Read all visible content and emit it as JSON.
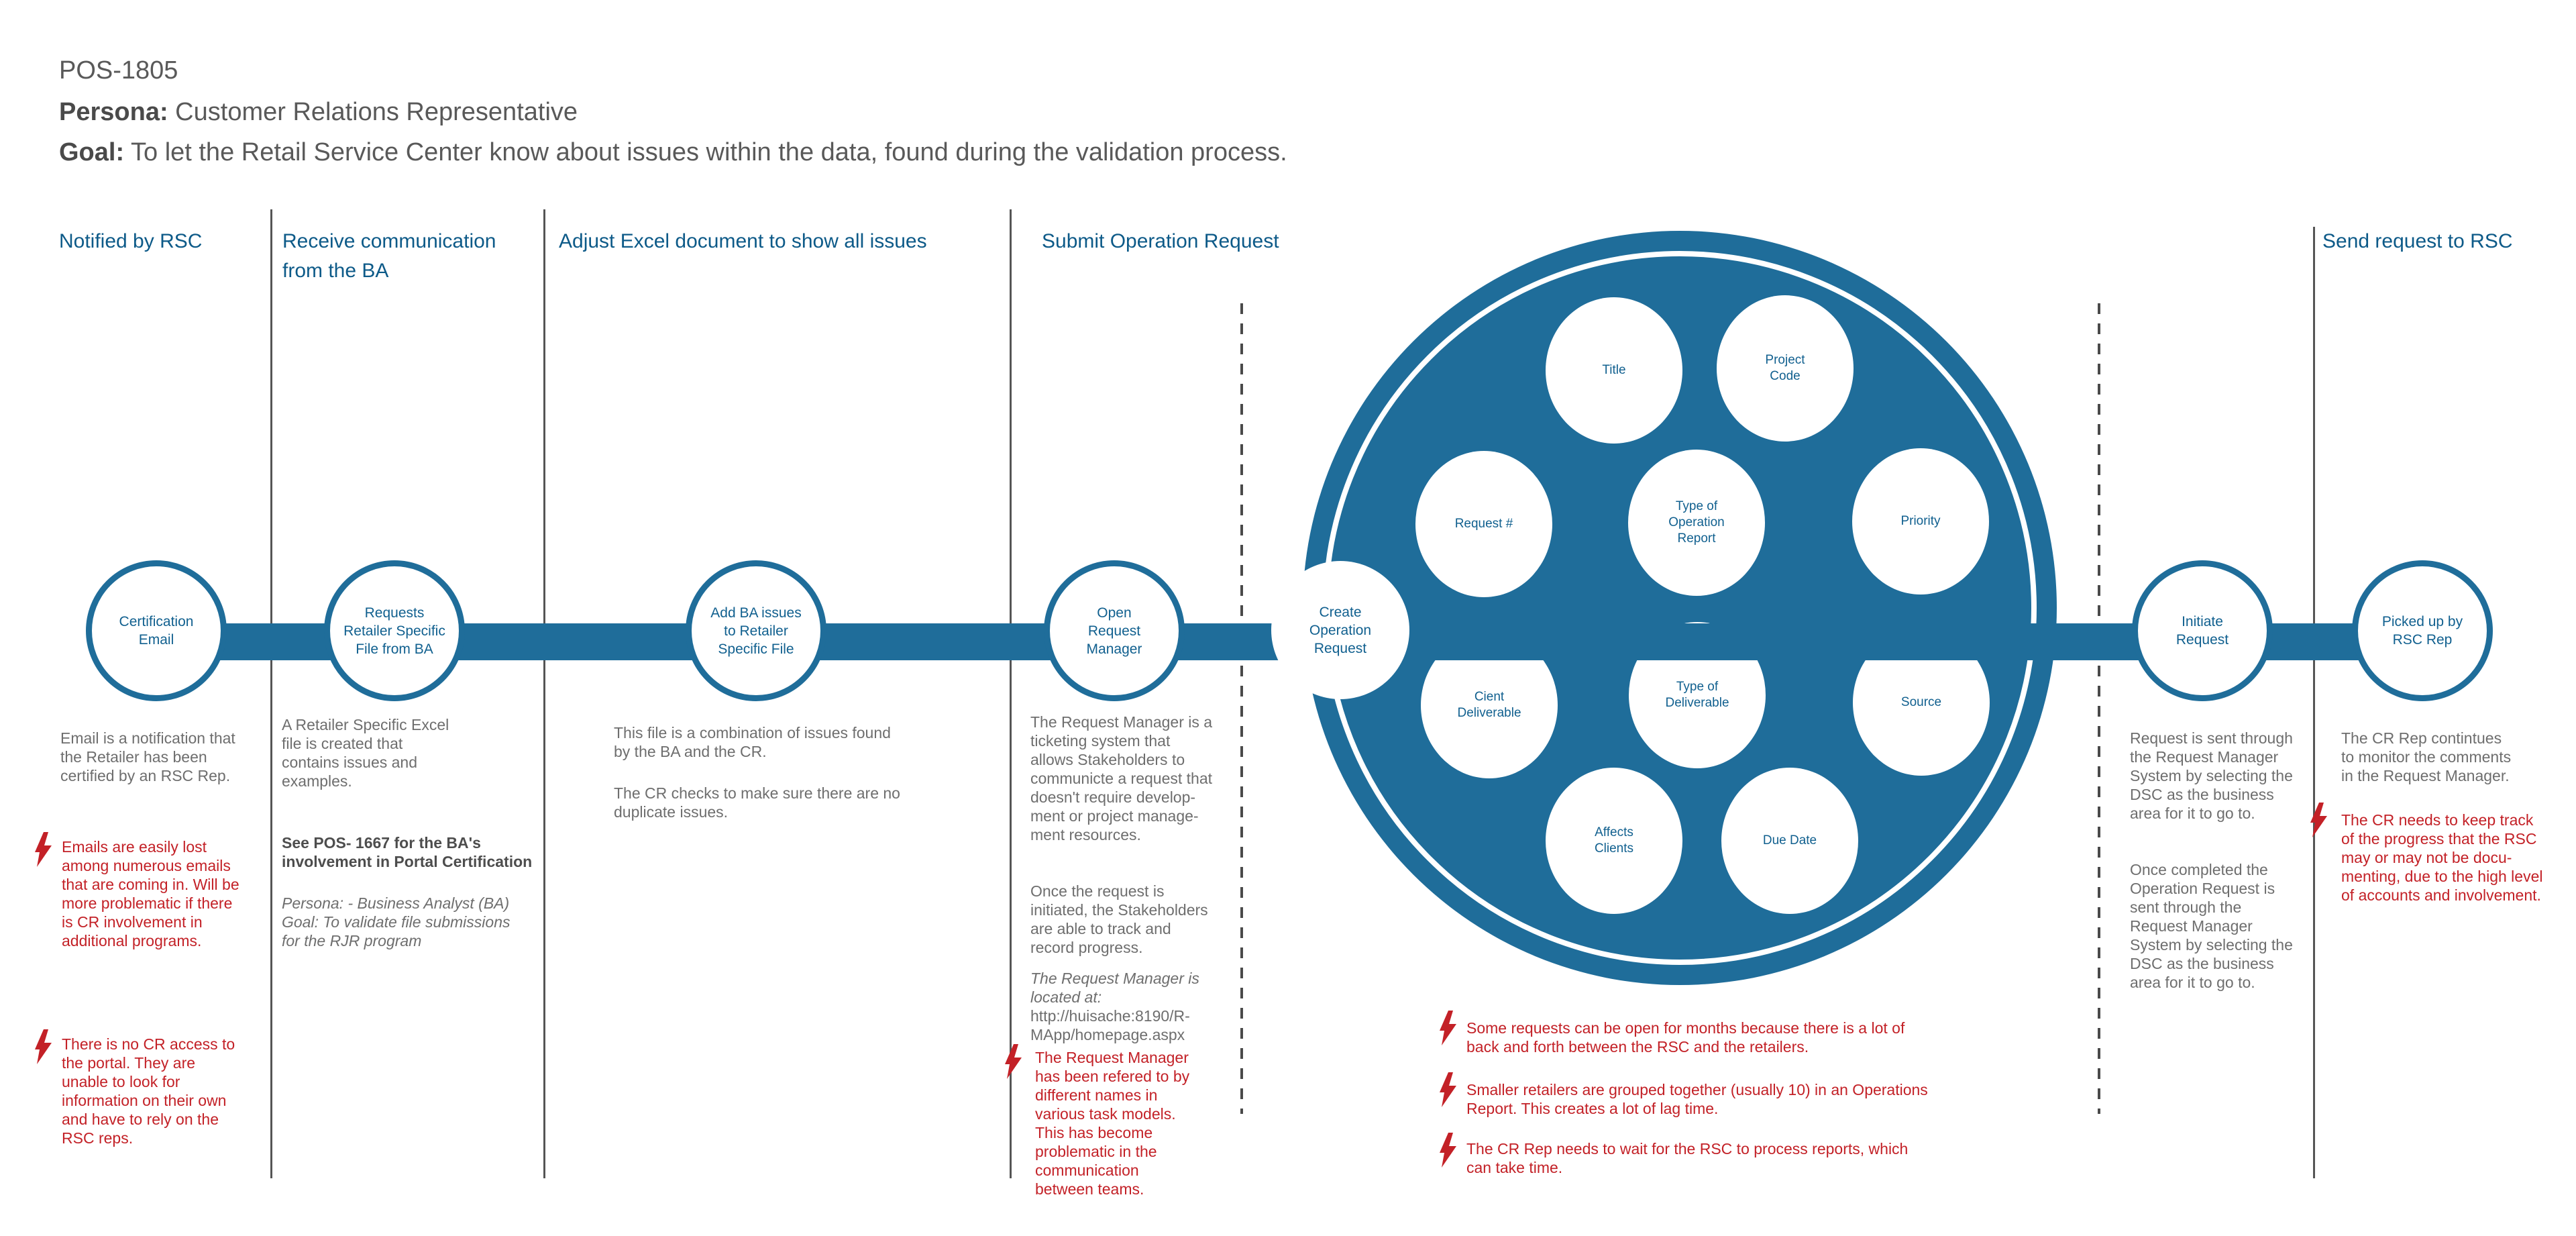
{
  "colors": {
    "blue": "#1f6d9a",
    "header_blue": "#0d5a88",
    "node_text_blue": "#11608f",
    "red": "#c32127",
    "gray": "#6e6e6e",
    "dark_gray": "#4a4a4a",
    "divider": "#555555"
  },
  "title_block": {
    "id": "POS-1805",
    "persona_label": "Persona:",
    "persona_text": " Customer Relations Representative",
    "goal_label": "Goal:",
    "goal_text": " To let the Retail Service Center know about issues within the data, found during the validation process."
  },
  "headers": {
    "notified": "Notified by RSC",
    "receive": "Receive communication\nfrom the BA",
    "adjust": "Adjust Excel document to show all issues",
    "submit": "Submit Operation Request",
    "send": "Send request to RSC"
  },
  "nodes": {
    "certification": "Certification\nEmail",
    "requests": "Requests\nRetailer Specific\nFile from BA",
    "add_ba": "Add BA issues\nto Retailer\nSpecific File",
    "open_rm": "Open\nRequest\nManager",
    "create_or": "Create\nOperation\nRequest",
    "initiate": "Initiate\nRequest",
    "picked": "Picked up by\nRSC Rep"
  },
  "fields": {
    "title": "Title",
    "project_code": "Project\nCode",
    "request_num": "Request #",
    "type_op_report": "Type of\nOperation\nReport",
    "priority": "Priority",
    "client_deliverable": "Cient\nDeliverable",
    "type_deliverable": "Type of\nDeliverable",
    "source": "Source",
    "affects_clients": "Affects\nClients",
    "due_date": "Due Date"
  },
  "notes": {
    "col1": {
      "p1": "Email is a notification that\nthe Retailer has been\ncertified by an RSC Rep.",
      "warn1": "Emails are easily lost\namong numerous emails\nthat are coming in. Will be\nmore problematic if there\nis CR involvement in\nadditional programs.",
      "warn2": "There is no CR access to\nthe portal. They are\nunable to look for\ninformation on their own\nand have to rely on the\nRSC reps."
    },
    "col2": {
      "p1": "A Retailer Specific Excel\nfile is created that\ncontains issues and\nexamples.",
      "p2_bold": "See POS- 1667 for the BA's\ninvolvement in Portal Certification",
      "p3_italic": "Persona:  - Business Analyst (BA)\nGoal: To validate file submissions\nfor the RJR program"
    },
    "col3": {
      "p1": "This file is a combination of issues found\nby the BA and the CR.",
      "p2": "The CR checks to make sure there are no\nduplicate issues."
    },
    "col4": {
      "p1": "The Request Manager is a\nticketing system that\nallows Stakeholders to\ncommunicte a request that\ndoesn't require develop-\nment or project manage-\nment resources.",
      "p2": "Once the request is\ninitiated, the Stakeholders\nare able to track and\nrecord progress.",
      "p3_italic": "The Request Manager is\nlocated at:",
      "p3_url": "http://huisache:8190/R-\nMApp/homepage.aspx",
      "warn1": "The Request Manager\nhas been refered to by\ndifferent names in\nvarious task models.\nThis has become\nproblematic in the\ncommunication\nbetween teams."
    },
    "circle_notes": {
      "warn1": "Some requests can be open for months because there is a lot of\nback and forth between the RSC and the retailers.",
      "warn2": "Smaller retailers are grouped together (usually 10) in an Operations\nReport. This creates a lot of lag time.",
      "warn3": "The CR Rep needs to wait for the RSC to process reports, which\ncan take time."
    },
    "col5": {
      "p1": "Request is sent through\nthe Request Manager\nSystem by selecting the\nDSC as the business\narea for it to go to.",
      "p2": "Once completed the\nOperation Request is\nsent through the\nRequest Manager\nSystem by selecting the\nDSC as the business\narea for it to go to."
    },
    "col6": {
      "p1": "The CR Rep contintues\nto monitor the comments\nin the Request Manager.",
      "warn1": "The CR needs to keep track\nof the progress that the RSC\nmay or may not be docu-\nmenting, due to the high level\nof accounts and involvement."
    }
  }
}
